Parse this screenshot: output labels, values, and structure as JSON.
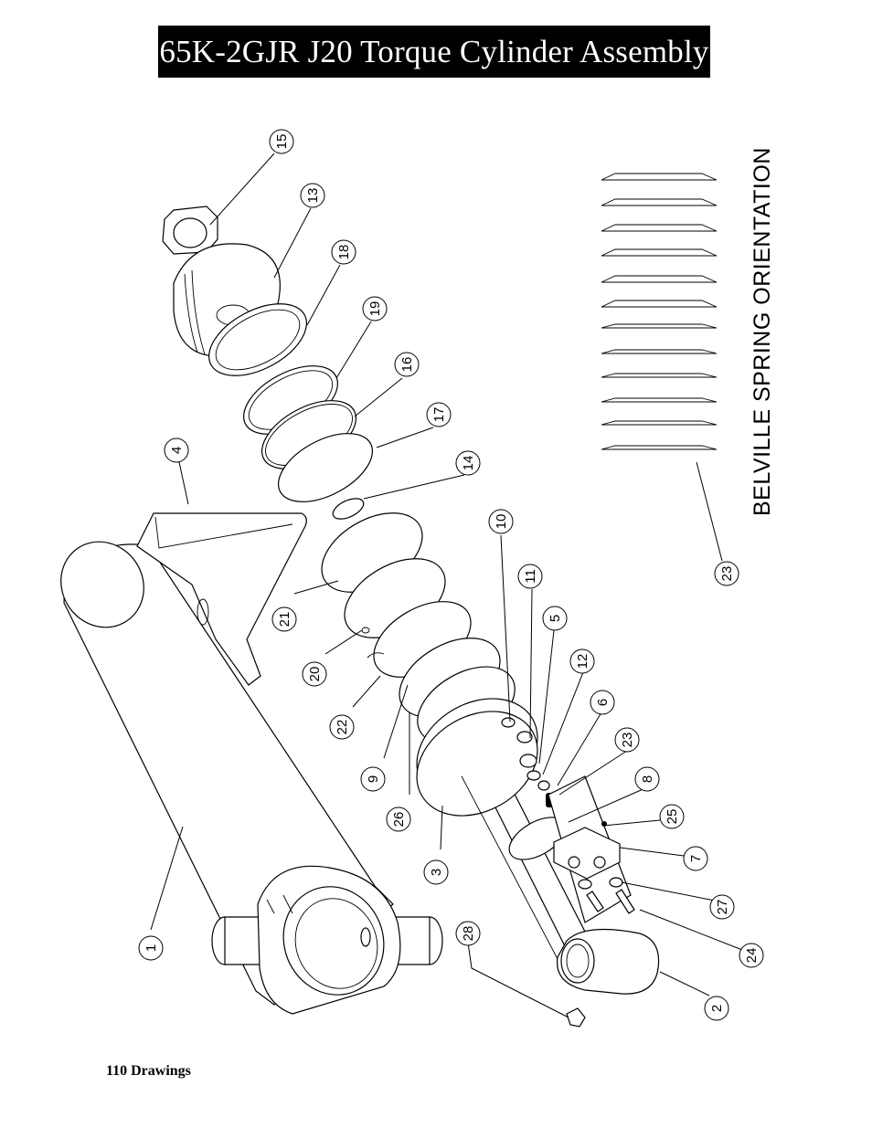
{
  "title": "65K-2GJR J20 Torque Cylinder Assembly",
  "footer": "110 Drawings",
  "orientation_label": "BELVILLE SPRING ORIENTATION",
  "balloons": {
    "b15": "15",
    "b13": "13",
    "b18": "18",
    "b19": "19",
    "b16": "16",
    "b17": "17",
    "b14": "14",
    "b4": "4",
    "b21": "21",
    "b20": "20",
    "b22": "22",
    "b9": "9",
    "b26": "26",
    "b3": "3",
    "b1": "1",
    "b10": "10",
    "b11": "11",
    "b5": "5",
    "b12": "12",
    "b6": "6",
    "b23a": "23",
    "b8": "8",
    "b25": "25",
    "b7": "7",
    "b27": "27",
    "b24": "24",
    "b2": "2",
    "b28": "28",
    "b23b": "23"
  }
}
